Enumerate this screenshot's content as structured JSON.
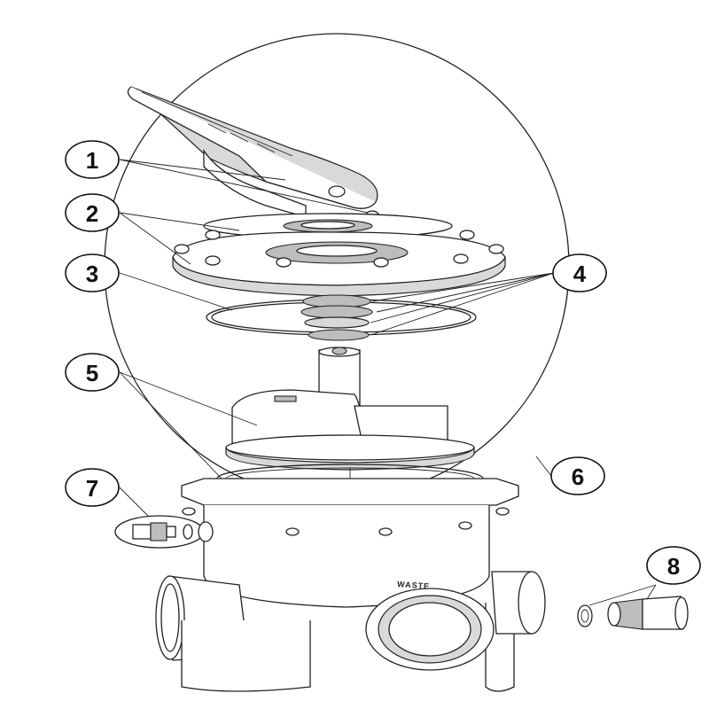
{
  "callouts": [
    {
      "id": "1",
      "label": "1"
    },
    {
      "id": "2",
      "label": "2"
    },
    {
      "id": "3",
      "label": "3"
    },
    {
      "id": "4",
      "label": "4"
    },
    {
      "id": "5",
      "label": "5"
    },
    {
      "id": "6",
      "label": "6"
    },
    {
      "id": "7",
      "label": "7"
    },
    {
      "id": "8",
      "label": "8"
    }
  ],
  "markings": {
    "waste": "WASTE"
  }
}
